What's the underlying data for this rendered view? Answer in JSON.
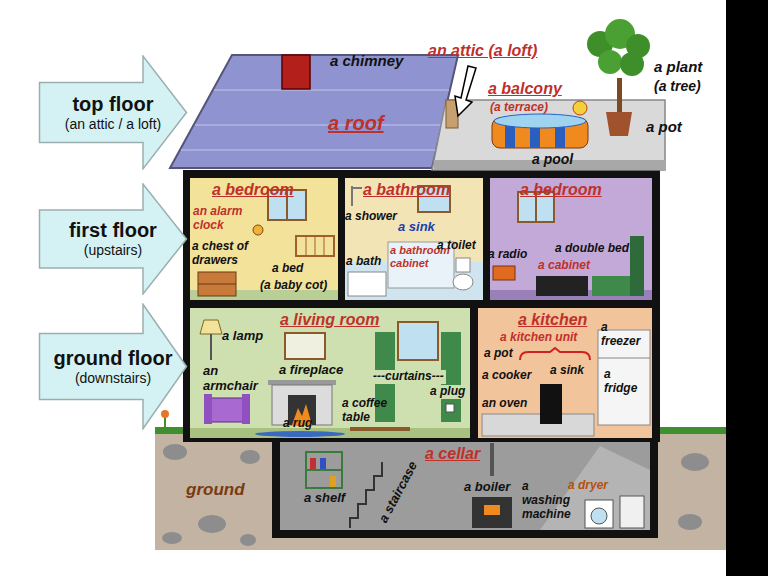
{
  "diagram": {
    "nodes": [
      {
        "text": [
          "top floor",
          "(an attic / a loft)"
        ]
      },
      {
        "text": [
          "first floor",
          "(upstairs)"
        ]
      },
      {
        "text": [
          "ground floor",
          "(downstairs)"
        ]
      },
      {
        "text": [
          "a bedroom"
        ]
      },
      {
        "text": [
          "a bathroom"
        ]
      },
      {
        "text": [
          "a bedroom"
        ]
      },
      {
        "text": [
          "a living room"
        ]
      },
      {
        "text": [
          "a kitchen"
        ]
      },
      {
        "text": [
          "a cellar"
        ]
      }
    ],
    "labels": [
      "a chimney",
      "an attic (a loft)",
      "a plant",
      "(a tree)",
      "a balcony",
      "(a terrace)",
      "a pot",
      "a roof",
      "a pool",
      "an alarm clock",
      "a chest of drawers",
      "a bed",
      "(a baby cot)",
      "a shower",
      "a sink",
      "a bathroom cabinet",
      "a toilet",
      "a bath",
      "a radio",
      "a double bed",
      "a cabinet",
      "a lamp",
      "an armchair",
      "a fireplace",
      "---curtains---",
      "a plug",
      "a coffee table",
      "a rug",
      "a kitchen unit",
      "a pot",
      "a freezer",
      "a cooker",
      "a sink",
      "a fridge",
      "an oven",
      "ground",
      "a shelf",
      "a staircase",
      "a boiler",
      "a washing machine",
      "a dryer"
    ]
  }
}
